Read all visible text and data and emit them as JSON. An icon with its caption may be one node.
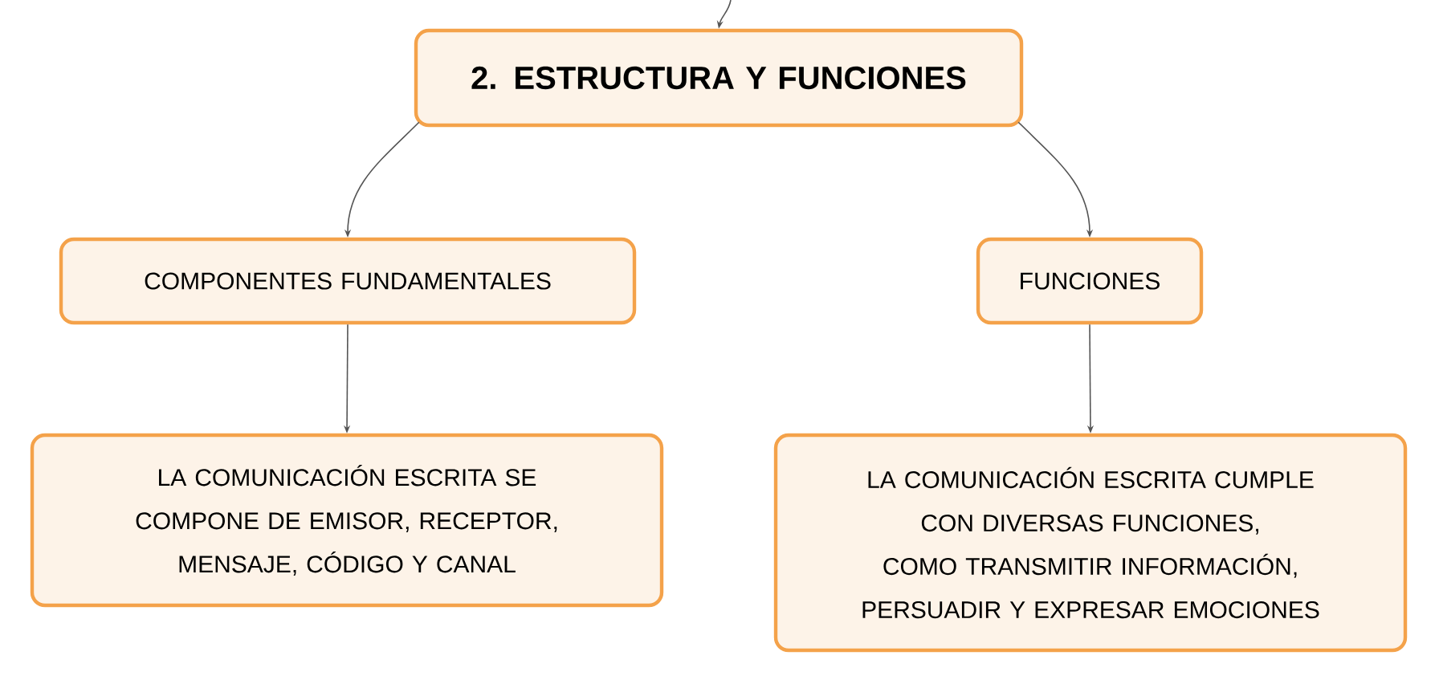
{
  "diagram": {
    "nodes": [
      {
        "text": [
          "2. ESTRUCTURA Y FUNCIONES"
        ]
      },
      {
        "text": [
          "COMPONENTES FUNDAMENTALES"
        ]
      },
      {
        "text": [
          "FUNCIONES"
        ]
      },
      {
        "text": [
          "LA COMUNICACIÓN ESCRITA SE COMPONE DE EMISOR, RECEPTOR, MENSAJE, CÓDIGO Y CANAL"
        ]
      },
      {
        "text": [
          "LA COMUNICACIÓN ESCRITA CUMPLE CON DIVERSAS FUNCIONES, COMO TRANSMITIR INFORMACIÓN, PERSUADIR Y EXPRESAR EMOCIONES"
        ]
      }
    ],
    "edges": [
      {
        "from": null,
        "to": 0,
        "arrow": "to"
      },
      {
        "from": 0,
        "to": 1,
        "arrow": "to"
      },
      {
        "from": 0,
        "to": 2,
        "arrow": "to"
      },
      {
        "from": 1,
        "to": 3,
        "arrow": "to"
      },
      {
        "from": 2,
        "to": 4,
        "arrow": "to"
      }
    ]
  }
}
